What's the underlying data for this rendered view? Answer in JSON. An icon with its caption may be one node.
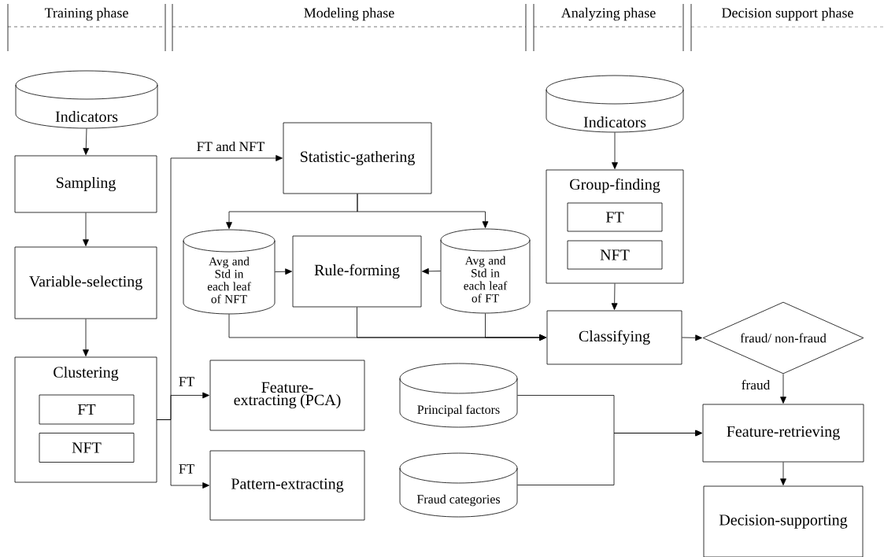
{
  "diagram": {
    "nodes": [
      {
        "text": [
          "Indicators"
        ]
      },
      {
        "text": [
          "Sampling"
        ]
      },
      {
        "text": [
          "Variable-selecting"
        ]
      },
      {
        "text": [
          "Clustering"
        ]
      },
      {
        "text": [
          "FT"
        ],
        "in": 3
      },
      {
        "text": [
          "NFT"
        ],
        "in": 3
      },
      {
        "text": [
          "Statistic-gathering"
        ]
      },
      {
        "text": [
          "Avg and Std in each leaf of NFT"
        ]
      },
      {
        "text": [
          "Rule-forming"
        ]
      },
      {
        "text": [
          "Avg and Std in each leaf of FT"
        ]
      },
      {
        "text": [
          "Indicators"
        ]
      },
      {
        "text": [
          "Group-finding"
        ]
      },
      {
        "text": [
          "FT"
        ],
        "in": 11
      },
      {
        "text": [
          "NFT"
        ],
        "in": 11
      },
      {
        "text": [
          "Classifying"
        ]
      },
      {
        "text": [
          "fraud/ non-fraud"
        ]
      },
      {
        "text": [
          "Feature-extracting (PCA)"
        ]
      },
      {
        "text": [
          "Principal factors"
        ]
      },
      {
        "text": [
          "Pattern-extracting"
        ]
      },
      {
        "text": [
          "Fraud categories"
        ]
      },
      {
        "text": [
          "Feature-retrieving"
        ]
      },
      {
        "text": [
          "Decision-supporting"
        ]
      }
    ],
    "edges": [
      {
        "from": 0,
        "to": 1,
        "arrow": "to"
      },
      {
        "from": 1,
        "to": 2,
        "arrow": "to"
      },
      {
        "from": 2,
        "to": 3,
        "arrow": "to"
      },
      {
        "from": 3,
        "to": 6,
        "arrow": "to",
        "label": "FT and NFT"
      },
      {
        "from": 3,
        "to": 16,
        "arrow": "to",
        "label": "FT"
      },
      {
        "from": 3,
        "to": 18,
        "arrow": "to",
        "label": "FT"
      },
      {
        "from": 6,
        "to": 7,
        "arrow": "to"
      },
      {
        "from": 6,
        "to": 9,
        "arrow": "to"
      },
      {
        "from": 7,
        "to": 8,
        "arrow": "to"
      },
      {
        "from": 9,
        "to": 8,
        "arrow": "to"
      },
      {
        "from": 7,
        "to": 14,
        "arrow": "to"
      },
      {
        "from": 8,
        "to": 14,
        "arrow": "to"
      },
      {
        "from": 9,
        "to": 14,
        "arrow": "to"
      },
      {
        "from": 10,
        "to": 11,
        "arrow": "to"
      },
      {
        "from": 11,
        "to": 14,
        "arrow": "to"
      },
      {
        "from": 14,
        "to": 15,
        "arrow": "to"
      },
      {
        "from": 15,
        "to": 20,
        "arrow": "to",
        "label": "fraud"
      },
      {
        "from": 17,
        "to": 20,
        "arrow": "to"
      },
      {
        "from": 19,
        "to": 20,
        "arrow": "to"
      },
      {
        "from": 20,
        "to": 21,
        "arrow": "to"
      }
    ],
    "labels": [
      "Training phase",
      "Modeling phase",
      "Analyzing phase",
      "Decision support phase"
    ]
  }
}
